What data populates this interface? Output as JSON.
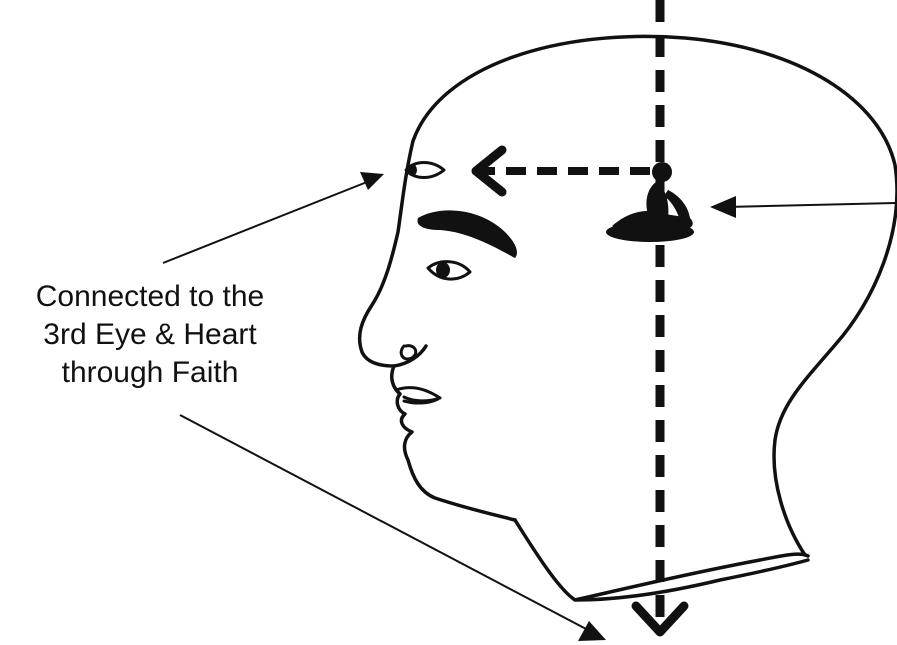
{
  "caption": {
    "line1": "Connected to the",
    "line2": "3rd Eye & Heart",
    "line3": "through Faith"
  },
  "colors": {
    "ink": "#111111",
    "background": "#ffffff"
  },
  "icons": {
    "seated_figure": "meditating-figure-icon"
  }
}
